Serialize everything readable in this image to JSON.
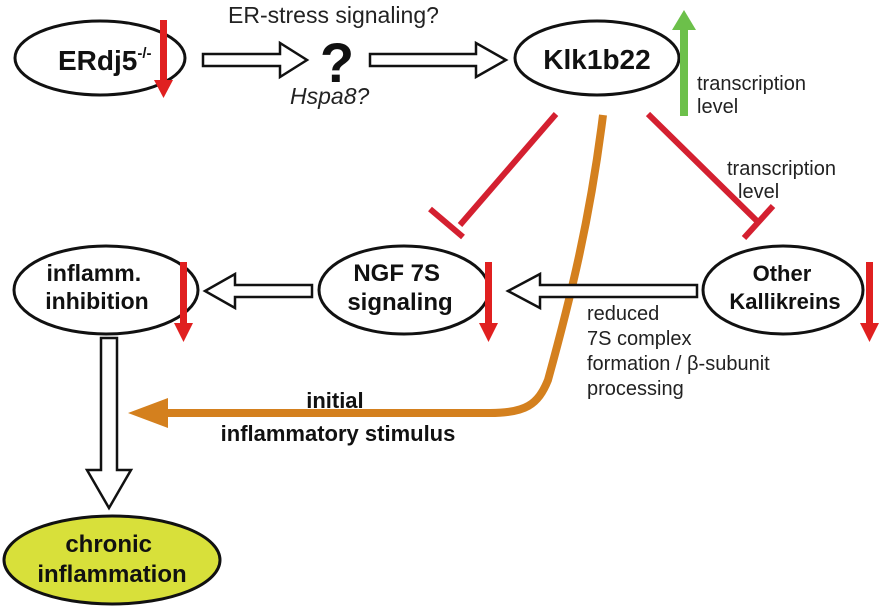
{
  "nodes": {
    "erdj5": {
      "label": "ERdj5",
      "superscript": "-/-"
    },
    "question": {
      "label": "?"
    },
    "klk1b22": {
      "label": "Klk1b22"
    },
    "ngf7s": {
      "line1": "NGF 7S",
      "line2": "signaling"
    },
    "inflamm_inhibition": {
      "line1": "inflamm.",
      "line2": "inhibition"
    },
    "other_kallikreins": {
      "line1": "Other",
      "line2": "Kallikreins"
    },
    "chronic": {
      "line1": "chronic",
      "line2": "inflammation"
    }
  },
  "labels": {
    "er_stress": "ER-stress signaling?",
    "hspa8": "Hspa8?",
    "transcription_up": {
      "line1": "transcription",
      "line2": "level"
    },
    "transcription_mid": {
      "line1": "transcription",
      "line2": "level"
    },
    "reduced": {
      "line1": "reduced",
      "line2": "7S complex",
      "line3": "formation / β-subunit",
      "line4": "processing"
    },
    "initial": {
      "line1": "initial",
      "line2": "inflammatory stimulus"
    }
  },
  "colors": {
    "down_arrow": "#e02020",
    "up_arrow": "#6cc04a",
    "inhibit": "#d42030",
    "stimulus": "#d4801e",
    "chronic_fill": "#d8e03a"
  }
}
